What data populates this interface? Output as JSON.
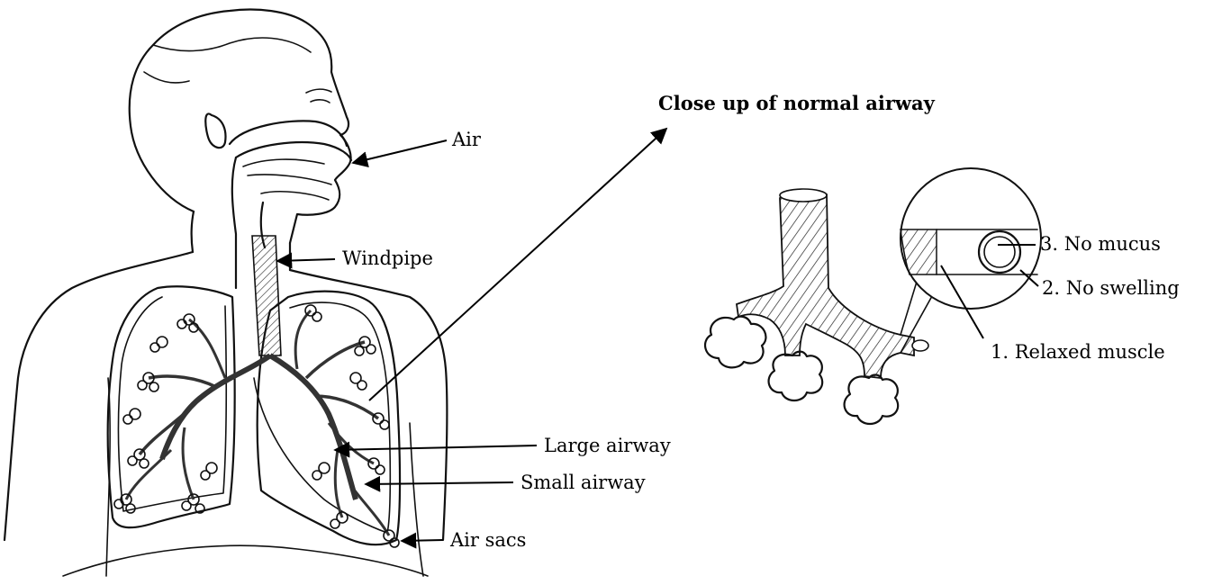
{
  "diagram": {
    "title": "Close up of normal airway",
    "labels": {
      "air": "Air",
      "windpipe": "Windpipe",
      "large_airway": "Large airway",
      "small_airway": "Small airway",
      "air_sacs": "Air sacs",
      "no_mucus": "3. No mucus",
      "no_swelling": "2. No swelling",
      "relaxed_muscle": "1. Relaxed muscle"
    }
  }
}
